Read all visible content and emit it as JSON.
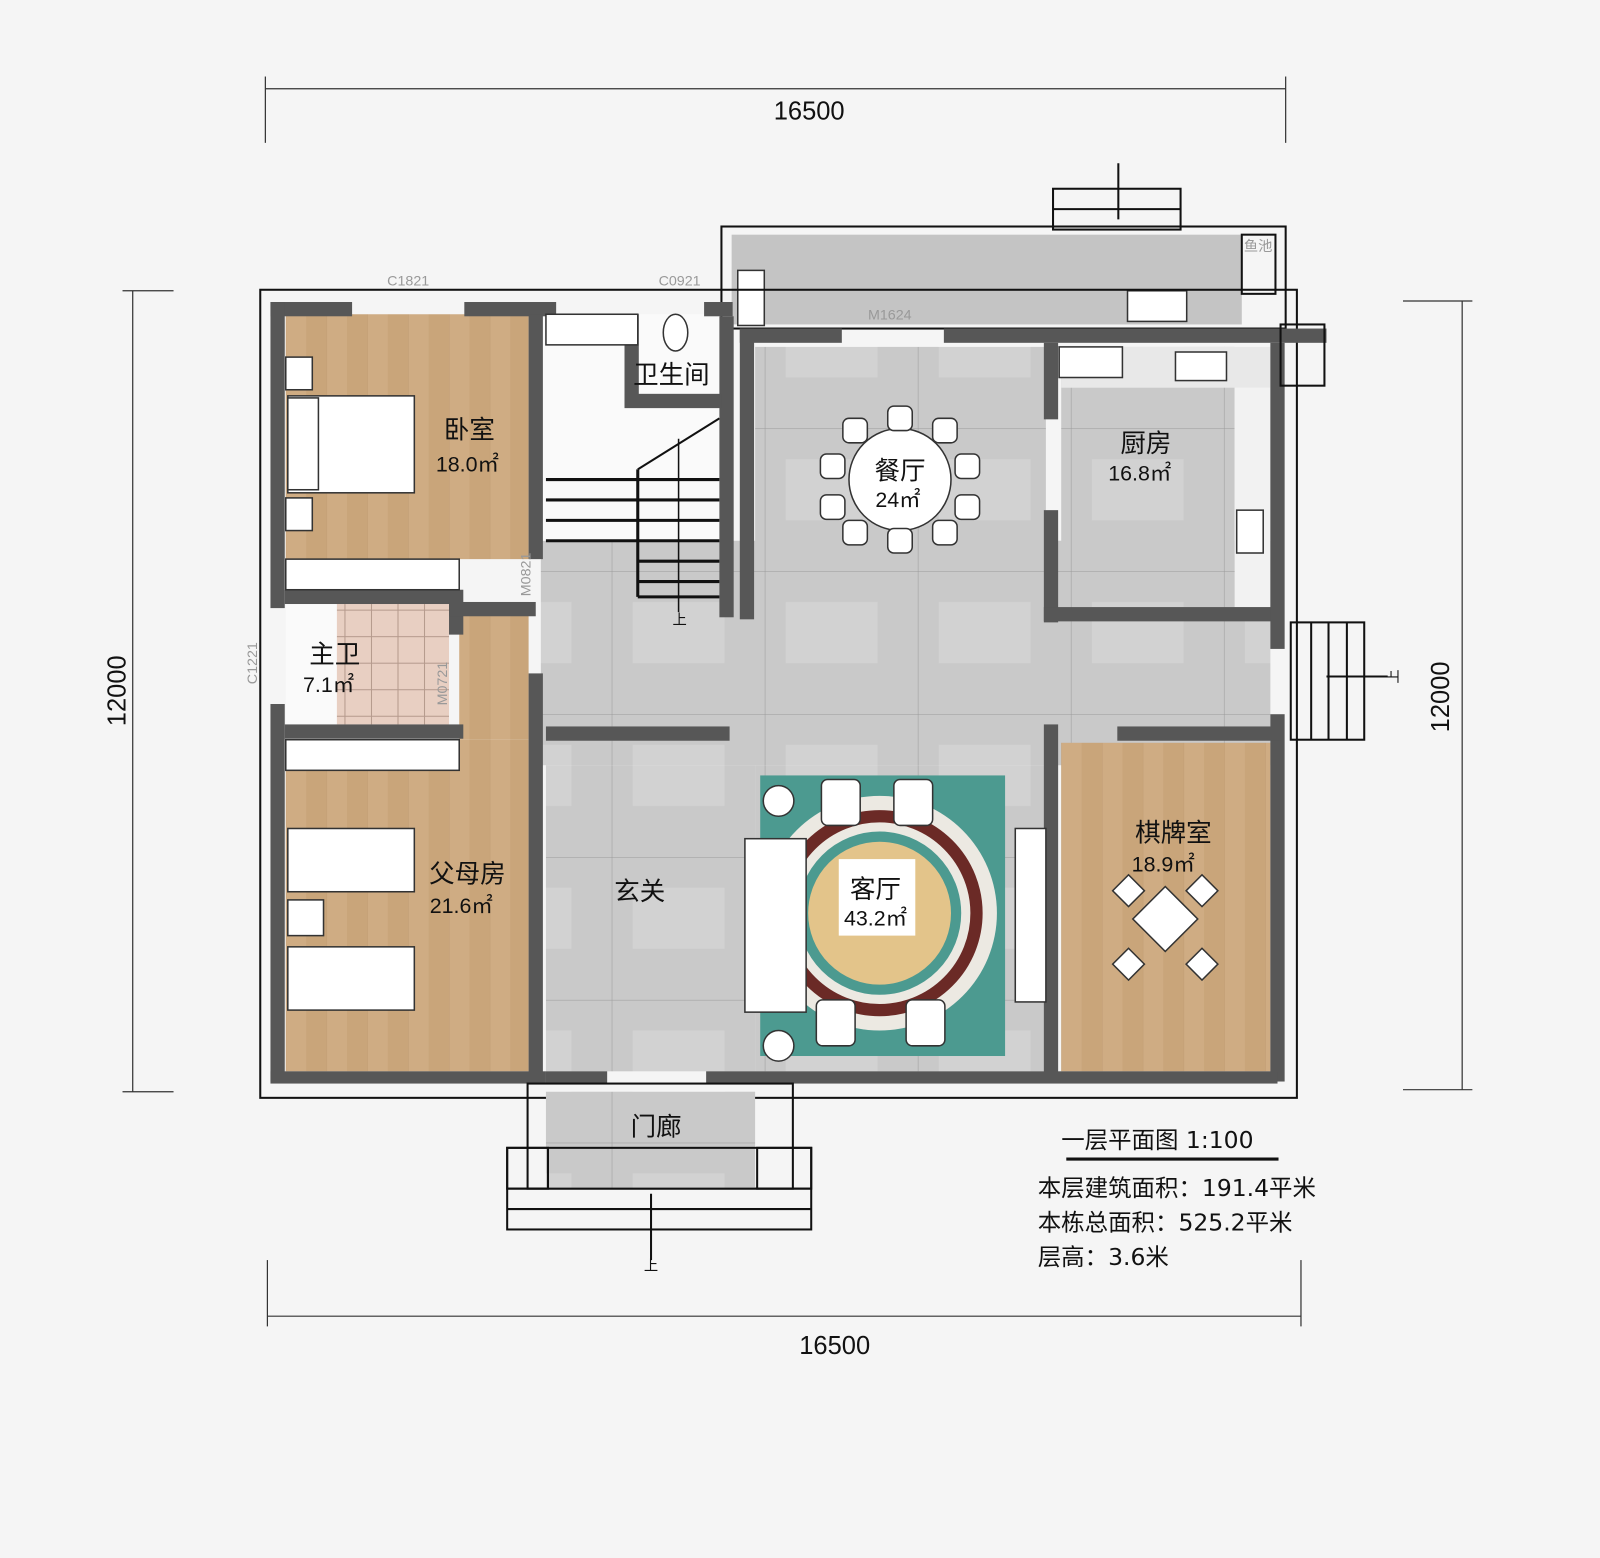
{
  "drawing": {
    "title": "一层平面图 1:100",
    "info_lines": [
      "本层建筑面积：191.4平米",
      "本栋总面积：525.2平米",
      "层高：3.6米"
    ],
    "dimensions": {
      "top": "16500",
      "bottom": "16500",
      "left": "12000",
      "right": "12000"
    },
    "rooms": [
      {
        "name": "卧室",
        "area": "18.0㎡"
      },
      {
        "name": "卫生间",
        "area": ""
      },
      {
        "name": "餐厅",
        "area": "24㎡"
      },
      {
        "name": "厨房",
        "area": "16.8㎡"
      },
      {
        "name": "主卫",
        "area": "7.1㎡"
      },
      {
        "name": "父母房",
        "area": "21.6㎡"
      },
      {
        "name": "玄关",
        "area": ""
      },
      {
        "name": "客厅",
        "area": "43.2㎡"
      },
      {
        "name": "棋牌室",
        "area": "18.9㎡"
      },
      {
        "name": "门廊",
        "area": ""
      }
    ],
    "tags": {
      "window_c1821": "C1821",
      "window_c0921": "C0921",
      "door_m1624": "M1624",
      "fish_pond": "鱼池",
      "window_c1221": "C1221",
      "door_m0821": "M0821",
      "door_m0721": "M0721",
      "up": "上"
    },
    "colors": {
      "wood": "#c9a57a",
      "tile": "#c9c9c9",
      "wall": "#575757",
      "bath_tile": "#e8cfc2",
      "rug": "#4c9a90",
      "background": "#f5f5f5"
    }
  }
}
